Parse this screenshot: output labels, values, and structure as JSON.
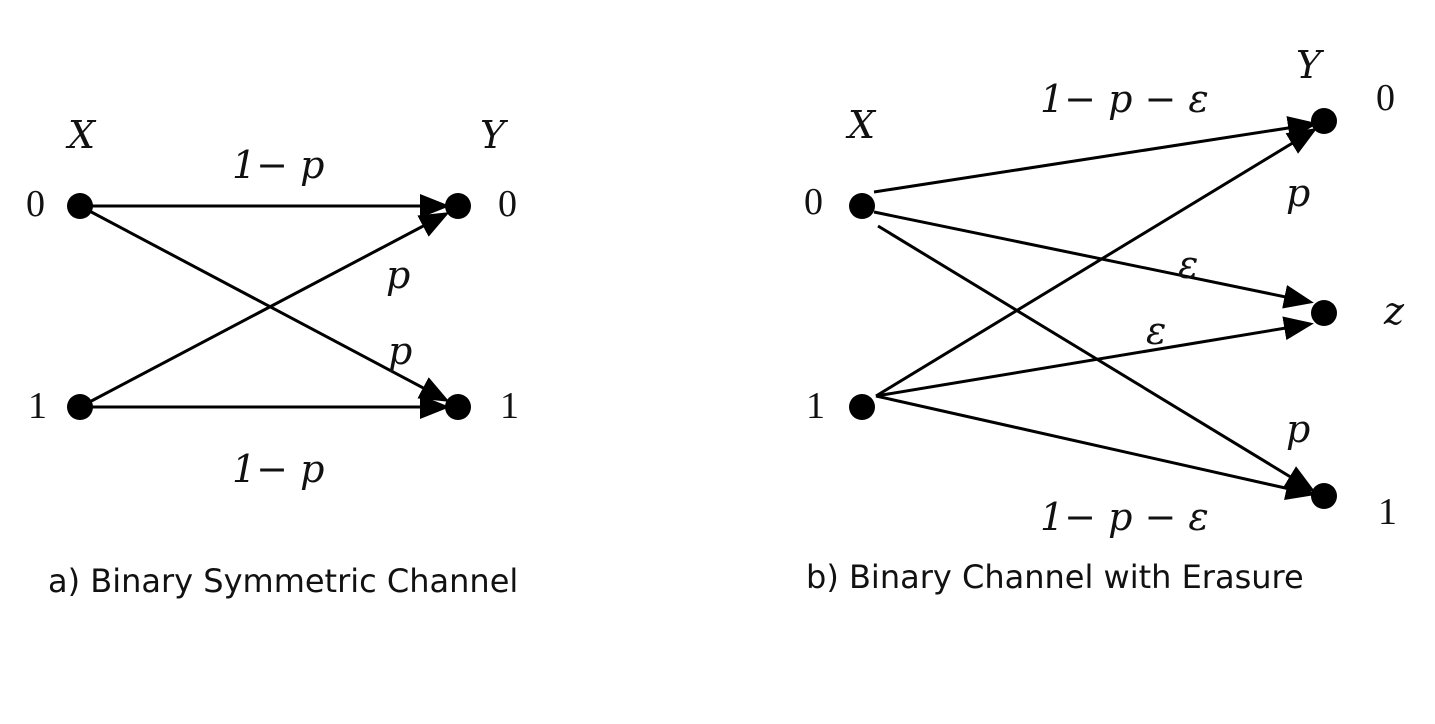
{
  "bsc": {
    "caption": "a) Binary Symmetric Channel",
    "x_label": "X",
    "y_label": "Y",
    "input_labels": [
      "0",
      "1"
    ],
    "output_labels": [
      "0",
      "1"
    ],
    "edge_labels": {
      "top": "1− p",
      "cross_up": "p",
      "cross_down": "p",
      "bottom": "1− p"
    }
  },
  "bec": {
    "caption": "b) Binary Channel with Erasure",
    "x_label": "X",
    "y_label": "Y",
    "input_labels": [
      "0",
      "1"
    ],
    "output_labels": [
      "0",
      "z",
      "1"
    ],
    "edge_labels": {
      "top": "1− p − ε",
      "cross_up": "p",
      "erase_0": "ε",
      "erase_1": "ε",
      "cross_down": "p",
      "bottom": "1− p − ε"
    }
  }
}
